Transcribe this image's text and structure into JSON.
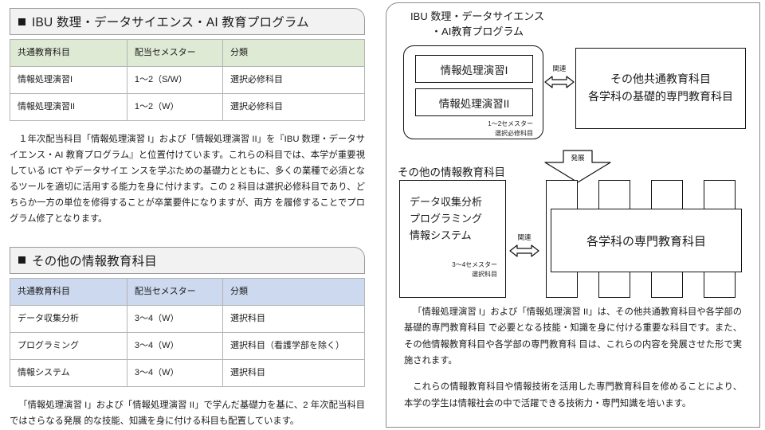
{
  "left": {
    "section1": {
      "heading": "IBU 数理・データサイエンス・AI 教育プログラム",
      "bullet_icon": "square-bullet-icon",
      "table": {
        "headers": [
          "共通教育科目",
          "配当セメスター",
          "分類"
        ],
        "rows": [
          [
            "情報処理演習I",
            "1～2（S/W）",
            "選択必修科目"
          ],
          [
            "情報処理演習II",
            "1～2（W）",
            "選択必修科目"
          ]
        ],
        "header_bg": "#dfead4"
      },
      "paragraph": "１年次配当科目「情報処理演習 I」および「情報処理演習 II」を『IBU 数理・データサイエンス・AI 教育プログラム』と位置付けています。これらの科目では、本学が重要視している ICT やデータサイエ ンスを学ぶための基礎力とともに、多くの業種で必須となるツールを適切に活用する能力を身に付けます。この 2 科目は選択必修科目であり、どちらか一方の単位を修得することが卒業要件になりますが、両方 を履修することでプログラム修了となります。"
    },
    "section2": {
      "heading": "その他の情報教育科目",
      "bullet_icon": "square-bullet-icon",
      "table": {
        "headers": [
          "共通教育科目",
          "配当セメスター",
          "分類"
        ],
        "rows": [
          [
            "データ収集分析",
            "3～4（W）",
            "選択科目"
          ],
          [
            "プログラミング",
            "3～4（W）",
            "選択科目（看護学部を除く）"
          ],
          [
            "情報システム",
            "3～4（W）",
            "選択科目"
          ]
        ],
        "header_bg": "#ccd9ee"
      },
      "paragraph": "「情報処理演習 I」および「情報処理演習 II」で学んだ基礎力を基に、2 年次配当科目ではさらなる発展 的な技能、知識を身に付ける科目も配置しています。"
    }
  },
  "right": {
    "diagram": {
      "program_title": "IBU 数理・データサイエンス\n・AI教育プログラム",
      "group_box": {
        "courses": [
          "情報処理演習I",
          "情報処理演習II"
        ],
        "note": "1～2セメスター\n選択必修科目"
      },
      "related_label_top": "関連",
      "related_icon_top": "double-headed-arrow-icon",
      "box_right_top_lines": [
        "その他共通教育科目",
        "各学科の基礎的専門教育科目"
      ],
      "develop_label": "発展",
      "develop_icon": "down-block-arrow-icon",
      "other_title": "その他の情報教育科目",
      "box_left_bottom": {
        "courses": "データ収集分析\nプログラミング\n情報システム",
        "note": "3～4セメスター\n選択科目"
      },
      "related_label_bottom": "関連",
      "related_icon_bottom": "double-headed-arrow-icon",
      "major_box_label": "各学科の専門教育科目",
      "column_strip_count": 4
    },
    "paragraphs": [
      "「情報処理演習 I」および「情報処理演習 II」は、その他共通教育科目や各学部の基礎的専門教育科目 で必要となる技能・知識を身に付ける重要な科目です。また、その他情報教育科目や各学部の専門教育科 目は、これらの内容を発展させた形で実施されます。",
      "これらの情報教育科目や情報技術を活用した専門教育科目を修めることにより、本学の学生は情報社会の中で活躍できる技術力・専門知識を培います。"
    ]
  }
}
